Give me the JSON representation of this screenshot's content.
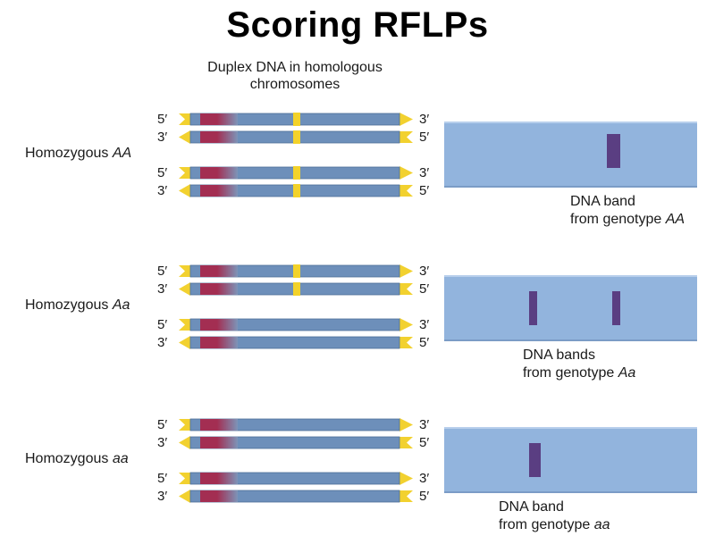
{
  "title": "Scoring RFLPs",
  "subtitle": "Duplex DNA in homologous chromosomes",
  "colors": {
    "strand": "#6d8fba",
    "strand_edge": "#4d6f99",
    "end_cap": "#f2d12f",
    "restriction_site": "#f3d22a",
    "probe_region_dark": "#a32e52",
    "probe_region_light": "#7d94b8",
    "gel": "#92b4dd",
    "band": "#5a3e82"
  },
  "rows": [
    {
      "label_prefix": "Homozygous ",
      "label_genotype": "AA",
      "pairs": [
        {
          "top_left": "5′",
          "top_right": "3′",
          "bottom_left": "3′",
          "bottom_right": "5′",
          "restriction_site": true
        },
        {
          "top_left": "5′",
          "top_right": "3′",
          "bottom_left": "3′",
          "bottom_right": "5′",
          "restriction_site": true
        }
      ],
      "bands": [
        0.67
      ],
      "caption_line1": "DNA band",
      "caption_line2_prefix": "from genotype ",
      "caption_genotype": "AA"
    },
    {
      "label_prefix": "Homozygous ",
      "label_genotype": "Aa",
      "pairs": [
        {
          "top_left": "5′",
          "top_right": "3′",
          "bottom_left": "3′",
          "bottom_right": "5′",
          "restriction_site": true
        },
        {
          "top_left": "5′",
          "top_right": "3′",
          "bottom_left": "3′",
          "bottom_right": "5′",
          "restriction_site": false
        }
      ],
      "bands": [
        0.35,
        0.68
      ],
      "caption_line1": "DNA bands",
      "caption_line2_prefix": "from genotype ",
      "caption_genotype": "Aa"
    },
    {
      "label_prefix": "Homozygous ",
      "label_genotype": "aa",
      "pairs": [
        {
          "top_left": "5′",
          "top_right": "3′",
          "bottom_left": "3′",
          "bottom_right": "5′",
          "restriction_site": false
        },
        {
          "top_left": "5′",
          "top_right": "3′",
          "bottom_left": "3′",
          "bottom_right": "5′",
          "restriction_site": false
        }
      ],
      "bands": [
        0.36
      ],
      "caption_line1": "DNA band",
      "caption_line2_prefix": "from genotype ",
      "caption_genotype": "aa"
    }
  ]
}
